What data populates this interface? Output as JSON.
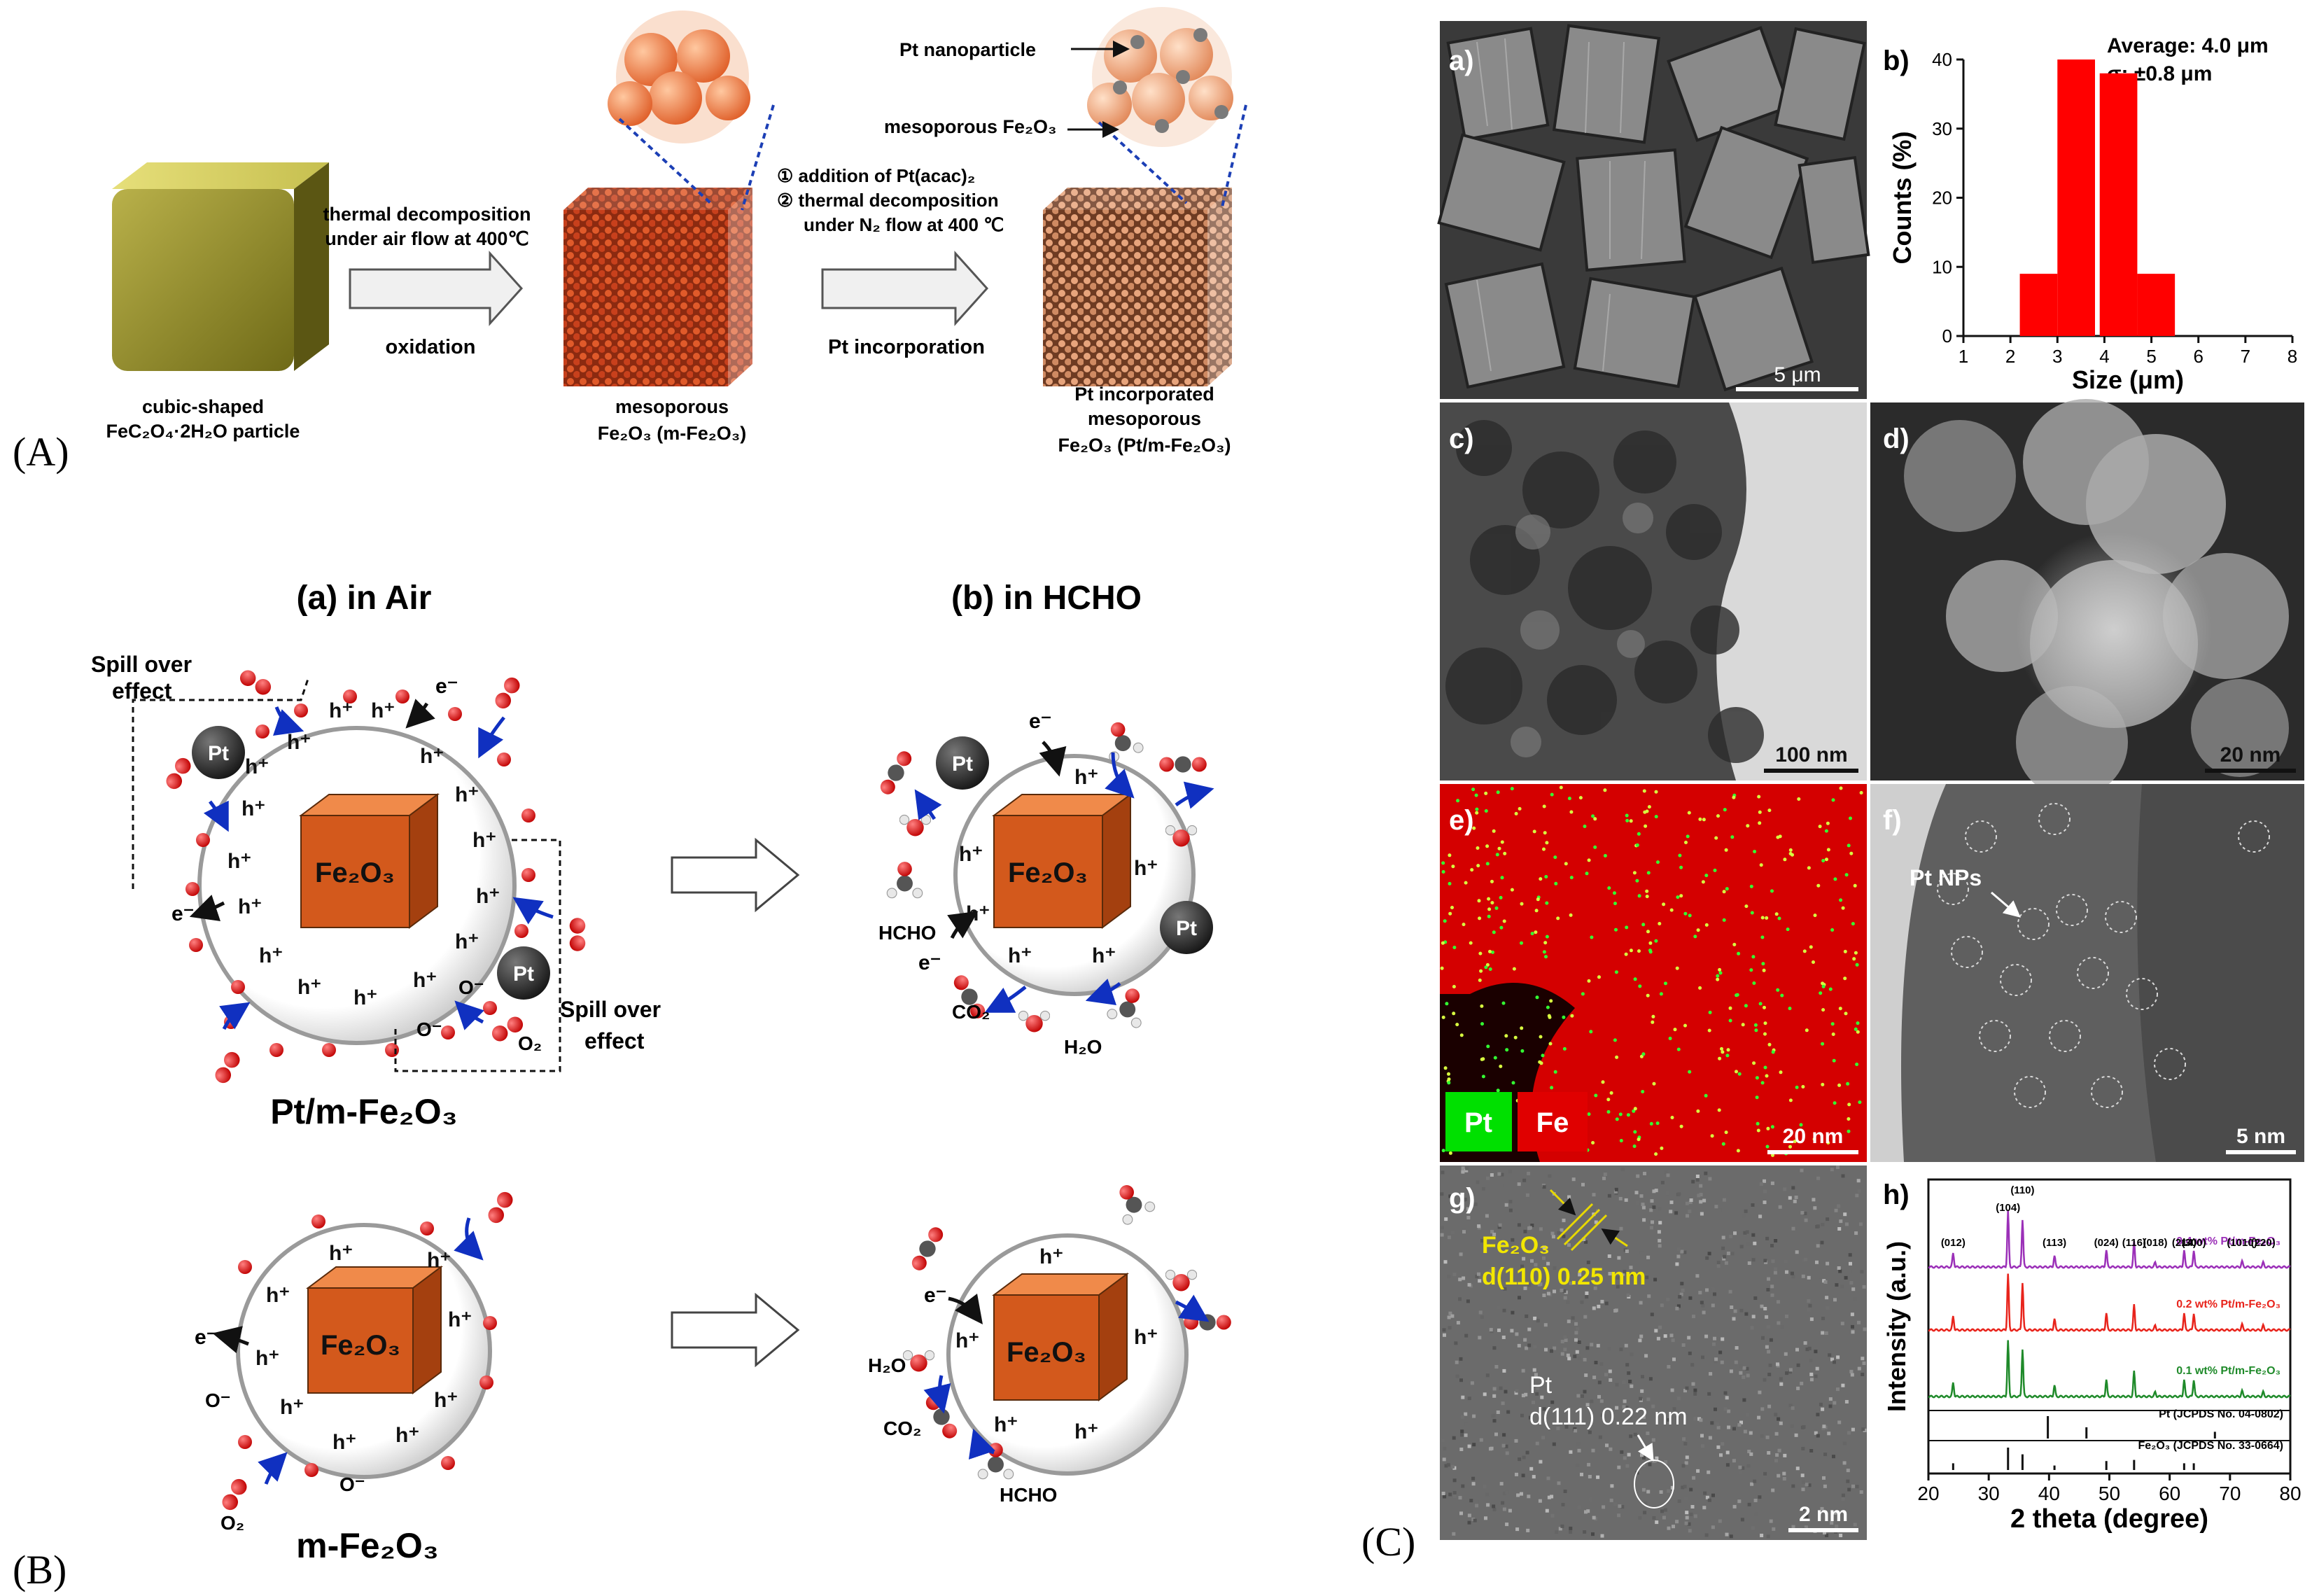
{
  "panel_A": {
    "letter": "(A)",
    "step1_line1": "thermal decomposition",
    "step1_line2": "under air flow at 400℃",
    "step1_sub": "oxidation",
    "step2_line1": "① addition of Pt(acac)₂",
    "step2_line2": "② thermal decomposition",
    "step2_line3": "under N₂ flow  at 400 ℃",
    "step2_sub": "Pt incorporation",
    "cube1_line1": "cubic-shaped",
    "cube1_line2": "FeC₂O₄·2H₂O particle",
    "cube2_line1": "mesoporous",
    "cube2_line2": "Fe₂O₃ (m-Fe₂O₃)",
    "cube3_line1": "Pt incorporated",
    "cube3_line2": "mesoporous",
    "cube3_line3": "Fe₂O₃ (Pt/m-Fe₂O₃)",
    "label_pt_np": "Pt nanoparticle",
    "label_meso": "mesoporous Fe₂O₃"
  },
  "panel_B": {
    "letter": "(B)",
    "title_air": "(a) in Air",
    "title_hcho": "(b) in HCHO",
    "core_label": "Fe₂O₃",
    "hole": "h⁺",
    "electron": "e⁻",
    "oxygen_ion": "O⁻",
    "o2": "O₂",
    "pt": "Pt",
    "spill1_line1": "Spill over",
    "spill1_line2": "effect",
    "spill2_line1": "Spill over",
    "spill2_line2": "effect",
    "hcho": "HCHO",
    "co2": "CO₂",
    "h2o": "H₂O",
    "row1_name": "Pt/m-Fe₂O₃",
    "row2_name": "m-Fe₂O₃"
  },
  "panel_C": {
    "letter": "(C)",
    "a_label": "a)",
    "a_scale": "5 μm",
    "b_label": "b)",
    "b_note1": "Average:  4.0 μm",
    "b_note2": "σ: ±0.8 μm",
    "c_label": "c)",
    "c_scale": "100 nm",
    "d_label": "d)",
    "d_scale": "20 nm",
    "e_label": "e)",
    "e_scale": "20 nm",
    "e_key_pt": "Pt",
    "e_key_fe": "Fe",
    "f_label": "f)",
    "f_note": "Pt NPs",
    "f_scale": "5 nm",
    "g_label": "g)",
    "g_fe_line1": "Fe₂O₃",
    "g_fe_line2": "d(110) 0.25 nm",
    "g_pt_line1": "Pt",
    "g_pt_line2": "d(111) 0.22 nm",
    "g_scale": "2 nm",
    "h_label": "h)"
  },
  "chart_data": [
    {
      "type": "bar",
      "panel": "b",
      "xlabel": "Size (μm)",
      "ylabel": "Counts (%)",
      "xlim": [
        1,
        8
      ],
      "ylim": [
        0,
        40
      ],
      "xticks": [
        1,
        2,
        3,
        4,
        5,
        6,
        7,
        8
      ],
      "yticks": [
        0,
        10,
        20,
        30,
        40
      ],
      "bars": [
        {
          "x": 2.6,
          "value": 9
        },
        {
          "x": 3.4,
          "value": 40
        },
        {
          "x": 4.3,
          "value": 38
        },
        {
          "x": 5.1,
          "value": 9
        }
      ],
      "bar_width": 0.8,
      "color": "#ff0000"
    },
    {
      "type": "line",
      "panel": "h",
      "xlabel": "2 theta (degree)",
      "ylabel": "Intensity (a.u.)",
      "xlim": [
        20,
        80
      ],
      "xticks": [
        20,
        30,
        40,
        50,
        60,
        70,
        80
      ],
      "peak_labels": [
        {
          "x": 24.1,
          "text": "(012)"
        },
        {
          "x": 33.2,
          "text": "(104)"
        },
        {
          "x": 35.6,
          "text": "(110)"
        },
        {
          "x": 40.9,
          "text": "(113)"
        },
        {
          "x": 49.5,
          "text": "(024)"
        },
        {
          "x": 54.1,
          "text": "(116)"
        },
        {
          "x": 57.6,
          "text": "(018)"
        },
        {
          "x": 62.4,
          "text": "(214)"
        },
        {
          "x": 64.0,
          "text": "(300)"
        },
        {
          "x": 72.0,
          "text": "(1010)"
        },
        {
          "x": 75.5,
          "text": "(220)"
        }
      ],
      "series": [
        {
          "name": "0.4 wt% Pt/m-Fe₂O₃",
          "color": "#9b30b8",
          "offset": 3
        },
        {
          "name": "0.2 wt% Pt/m-Fe₂O₃",
          "color": "#e8241c",
          "offset": 2
        },
        {
          "name": "0.1 wt% Pt/m-Fe₂O₃",
          "color": "#1f8a2a",
          "offset": 1
        }
      ],
      "peaks": [
        {
          "x": 24.1,
          "h": 0.25
        },
        {
          "x": 33.2,
          "h": 1.0
        },
        {
          "x": 35.6,
          "h": 0.85
        },
        {
          "x": 40.9,
          "h": 0.2
        },
        {
          "x": 49.5,
          "h": 0.3
        },
        {
          "x": 54.1,
          "h": 0.45
        },
        {
          "x": 57.6,
          "h": 0.08
        },
        {
          "x": 62.4,
          "h": 0.3
        },
        {
          "x": 64.0,
          "h": 0.3
        },
        {
          "x": 72.0,
          "h": 0.1
        },
        {
          "x": 75.5,
          "h": 0.08
        }
      ],
      "references": [
        {
          "name": "Pt (JCPDS No. 04-0802)",
          "lines": [
            {
              "x": 39.8,
              "h": 1.0
            },
            {
              "x": 46.2,
              "h": 0.5
            },
            {
              "x": 67.5,
              "h": 0.3
            }
          ]
        },
        {
          "name": "Fe₂O₃ (JCPDS No. 33-0664)",
          "lines": [
            {
              "x": 24.1,
              "h": 0.3
            },
            {
              "x": 33.2,
              "h": 1.0
            },
            {
              "x": 35.6,
              "h": 0.7
            },
            {
              "x": 40.9,
              "h": 0.2
            },
            {
              "x": 49.5,
              "h": 0.4
            },
            {
              "x": 54.1,
              "h": 0.45
            },
            {
              "x": 62.4,
              "h": 0.3
            },
            {
              "x": 64.0,
              "h": 0.3
            }
          ]
        }
      ]
    }
  ]
}
